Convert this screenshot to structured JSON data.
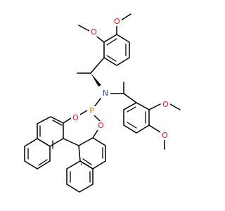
{
  "colors": {
    "background": "#ffffff",
    "bond": "#000000",
    "oxygen": "#ff0d0d",
    "nitrogen": "#3050f8",
    "phosphorus": "#ff8000"
  },
  "atoms": {
    "methoxy_o_1": "O",
    "methoxy_o_2": "O",
    "methoxy_o_3": "O",
    "methoxy_o_4": "O",
    "amine_n": "N",
    "phosphorus_p": "P",
    "ring_o_left": "O",
    "ring_o_right": "O"
  }
}
